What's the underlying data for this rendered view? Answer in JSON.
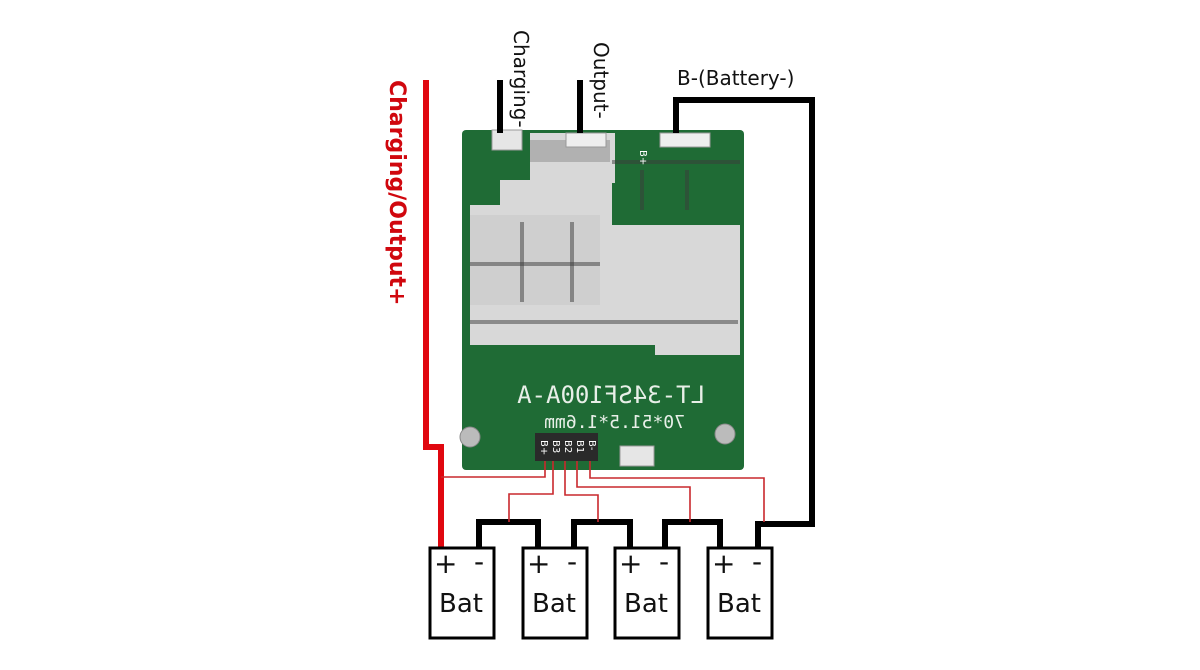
{
  "labels": {
    "charging_minus": "Charging-",
    "output_minus": "Output-",
    "b_minus_battery": "B-(Battery-)",
    "charging_output_plus": "Charging/Output+"
  },
  "pcb": {
    "model": "LT-34SF100A-A",
    "size": "70*51.5*1.6mm",
    "pins": [
      "B+",
      "B3",
      "B2",
      "B1",
      "B-"
    ],
    "top_marking": "B+"
  },
  "batteries": [
    {
      "label": "Bat",
      "plus": "+",
      "minus": "-"
    },
    {
      "label": "Bat",
      "plus": "+",
      "minus": "-"
    },
    {
      "label": "Bat",
      "plus": "+",
      "minus": "-"
    },
    {
      "label": "Bat",
      "plus": "+",
      "minus": "-"
    }
  ],
  "colors": {
    "wire_positive": "#e0070f",
    "wire_negative": "#000000",
    "balance_wire": "#c9282d",
    "pcb_green": "#1f6b35",
    "pcb_metal": "#d8d8d8"
  }
}
